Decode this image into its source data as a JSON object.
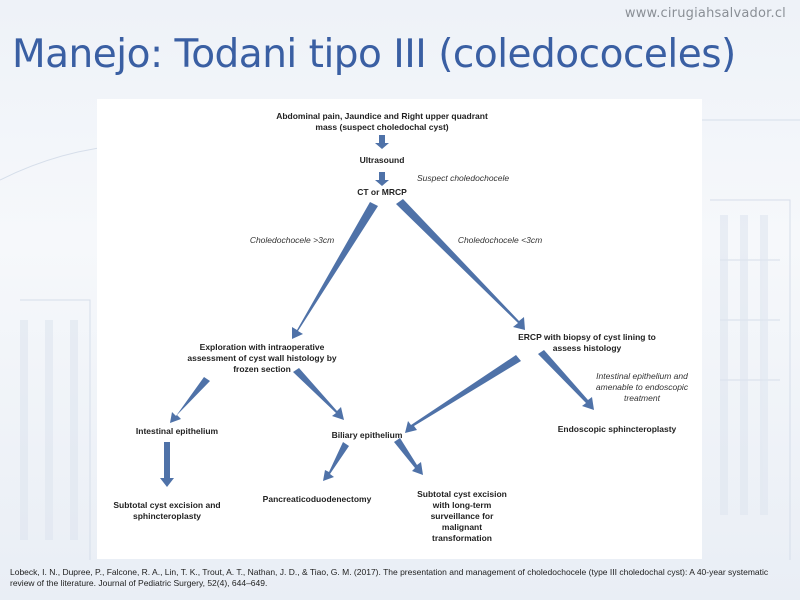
{
  "site_url": "www.cirugiahsalvador.cl",
  "title": "Manejo: Todani tipo III (coledococeles)",
  "flowchart": {
    "nodes": {
      "start": "Abdominal pain, Jaundice and Right upper quadrant\nmass (suspect choledochal cyst)",
      "ultrasound": "Ultrasound",
      "ct_mrcp": "CT or MRCP",
      "exploration": "Exploration  with intraoperative\nassessment of cyst wall histology by\nfrozen section",
      "ercp": "ERCP with biopsy of cyst lining to\nassess histology",
      "intestinal": "Intestinal epithelium",
      "biliary": "Biliary epithelium",
      "endoscopic": "Endoscopic sphincteroplasty",
      "subtotal_sphincteroplasty": "Subtotal  cyst excision and\nsphincteroplasty",
      "pancreaticoduodenectomy": "Pancreaticoduodenectomy",
      "subtotal_surveillance": "Subtotal cyst excision\nwith long-term\nsurveillance for\nmalignant\ntransformation"
    },
    "edge_labels": {
      "suspect": "Suspect choledochocele",
      "gt3": "Choledochocele >3cm",
      "lt3": "Choledochocele <3cm",
      "intestinal_amenable": "Intestinal epithelium and\namenable to endoscopic\ntreatment"
    },
    "arrow_color": "#4f72a8"
  },
  "citation": "Lobeck, I. N., Dupree, P., Falcone, R. A., Lin, T. K., Trout, A. T., Nathan, J. D., & Tiao, G. M. (2017). The presentation and management of choledochocele (type III choledochal cyst): A 40-year systematic review of the literature. Journal of Pediatric Surgery, 52(4), 644–649."
}
